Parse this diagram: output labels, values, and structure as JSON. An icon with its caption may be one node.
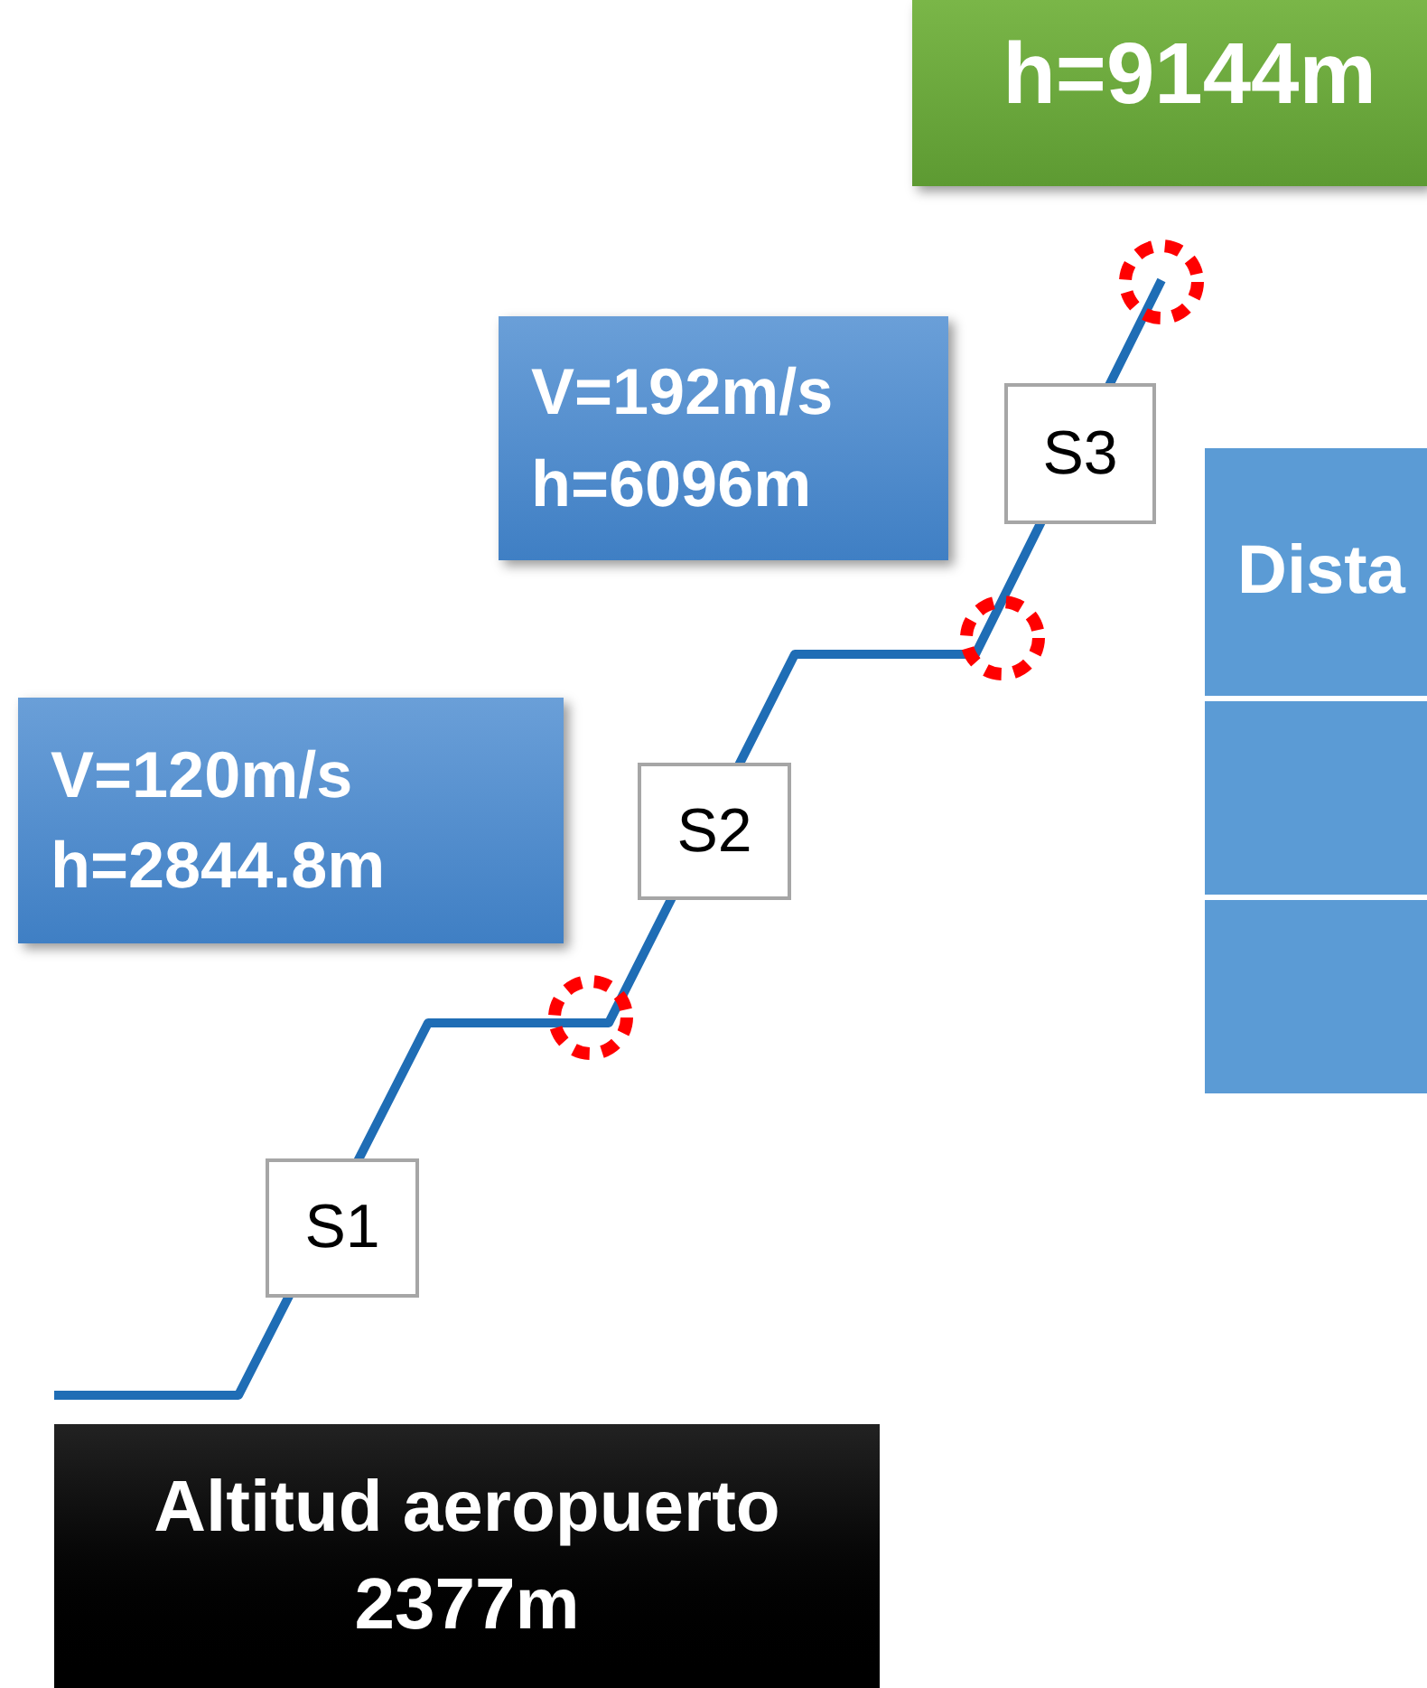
{
  "diagram": {
    "nodes": [
      {
        "text": [
          "h=9144m"
        ]
      },
      {
        "text": [
          "V=192m/s",
          "h=6096m"
        ]
      },
      {
        "text": [
          "S3"
        ]
      },
      {
        "text": [
          "V=120m/s",
          "h=2844.8m"
        ]
      },
      {
        "text": [
          "S2"
        ]
      },
      {
        "text": [
          "S1"
        ]
      },
      {
        "text": [
          "Altitud aeropuerto 2377m"
        ]
      }
    ],
    "labels": [
      "Dista"
    ]
  }
}
